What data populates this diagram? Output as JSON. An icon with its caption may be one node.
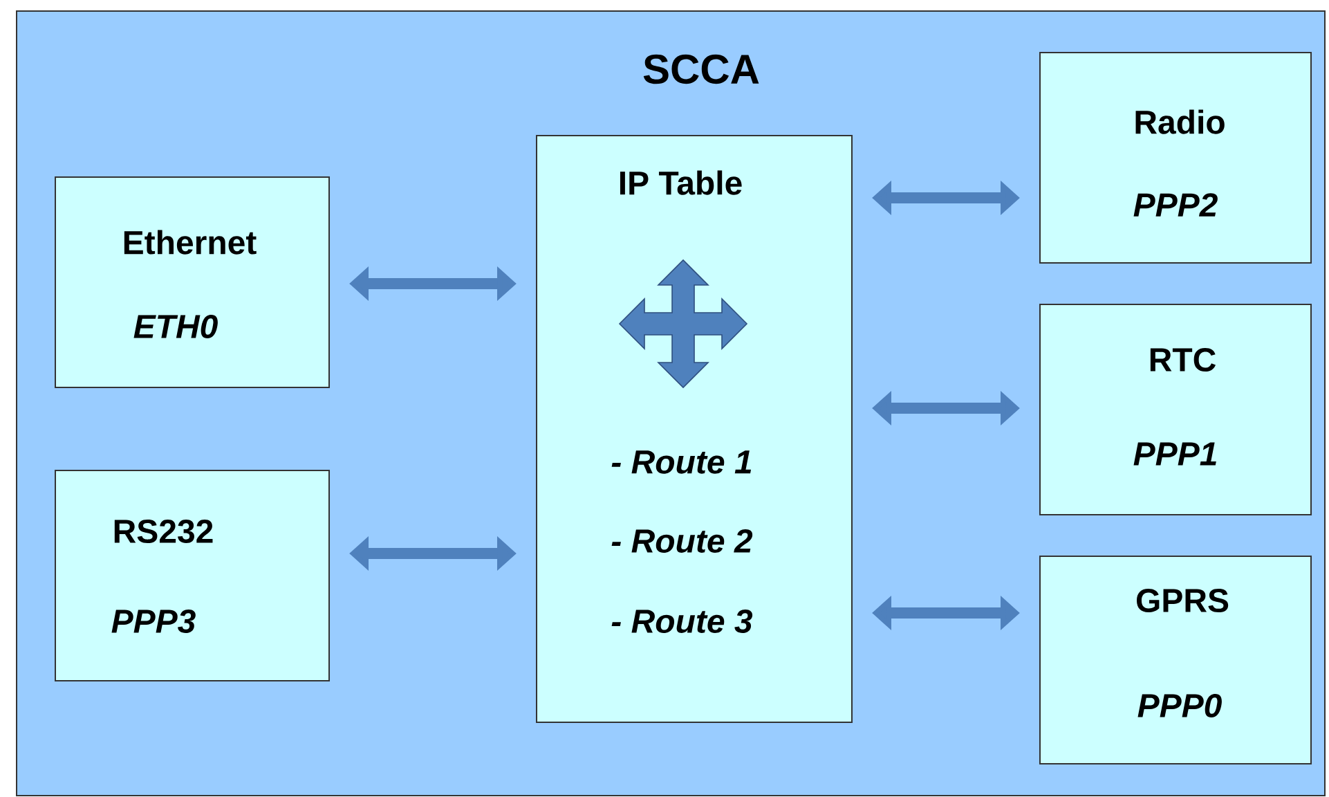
{
  "diagram": {
    "nodes": [
      {
        "text": [
          "SCCA"
        ]
      },
      {
        "text": [
          "IP Table",
          "- Route 1",
          "- Route 2",
          "- Route 3"
        ],
        "in": 0
      },
      {
        "text": [
          "Ethernet",
          "ETH0"
        ],
        "in": 0
      },
      {
        "text": [
          "RS232",
          "PPP3"
        ],
        "in": 0
      },
      {
        "text": [
          "Radio",
          "PPP2"
        ],
        "in": 0
      },
      {
        "text": [
          "RTC",
          "PPP1"
        ],
        "in": 0
      },
      {
        "text": [
          "GPRS",
          "PPP0"
        ],
        "in": 0
      }
    ],
    "edges": [
      {
        "from": 2,
        "to": 1,
        "arrow": "both"
      },
      {
        "from": 3,
        "to": 1,
        "arrow": "both"
      },
      {
        "from": 1,
        "to": 4,
        "arrow": "both"
      },
      {
        "from": 1,
        "to": 5,
        "arrow": "both"
      },
      {
        "from": 1,
        "to": 6,
        "arrow": "both"
      }
    ]
  }
}
